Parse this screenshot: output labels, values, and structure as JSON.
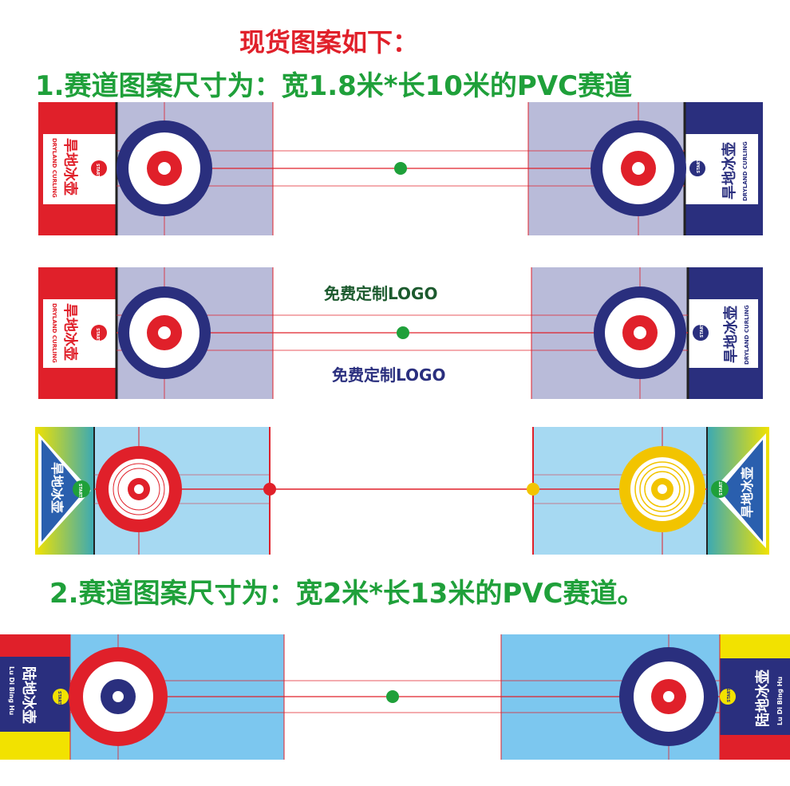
{
  "title": "现货图案如下：",
  "spec1": "1.赛道图案尺寸为：宽1.8米*长10米的PVC赛道",
  "spec2": "2.赛道图案尺寸为：宽2米*长13米的PVC赛道。",
  "lane_brand_cn": "旱地冰壶",
  "lane_brand_en": "DRYLAND CURLING",
  "start_label": "START",
  "custom_logo_label": "免费定制LOGO",
  "lane4_brand_cn": "陆地冰壶",
  "lane4_brand_en": "Lu Di Bing Hu",
  "colors": {
    "red": "#e0202a",
    "navy": "#2a2f7e",
    "lavender": "#b9bbd9",
    "light_blue": "#a6d9f2",
    "green": "#1fa03a",
    "yellow": "#f2c400",
    "sky": "#7cc7ef"
  }
}
